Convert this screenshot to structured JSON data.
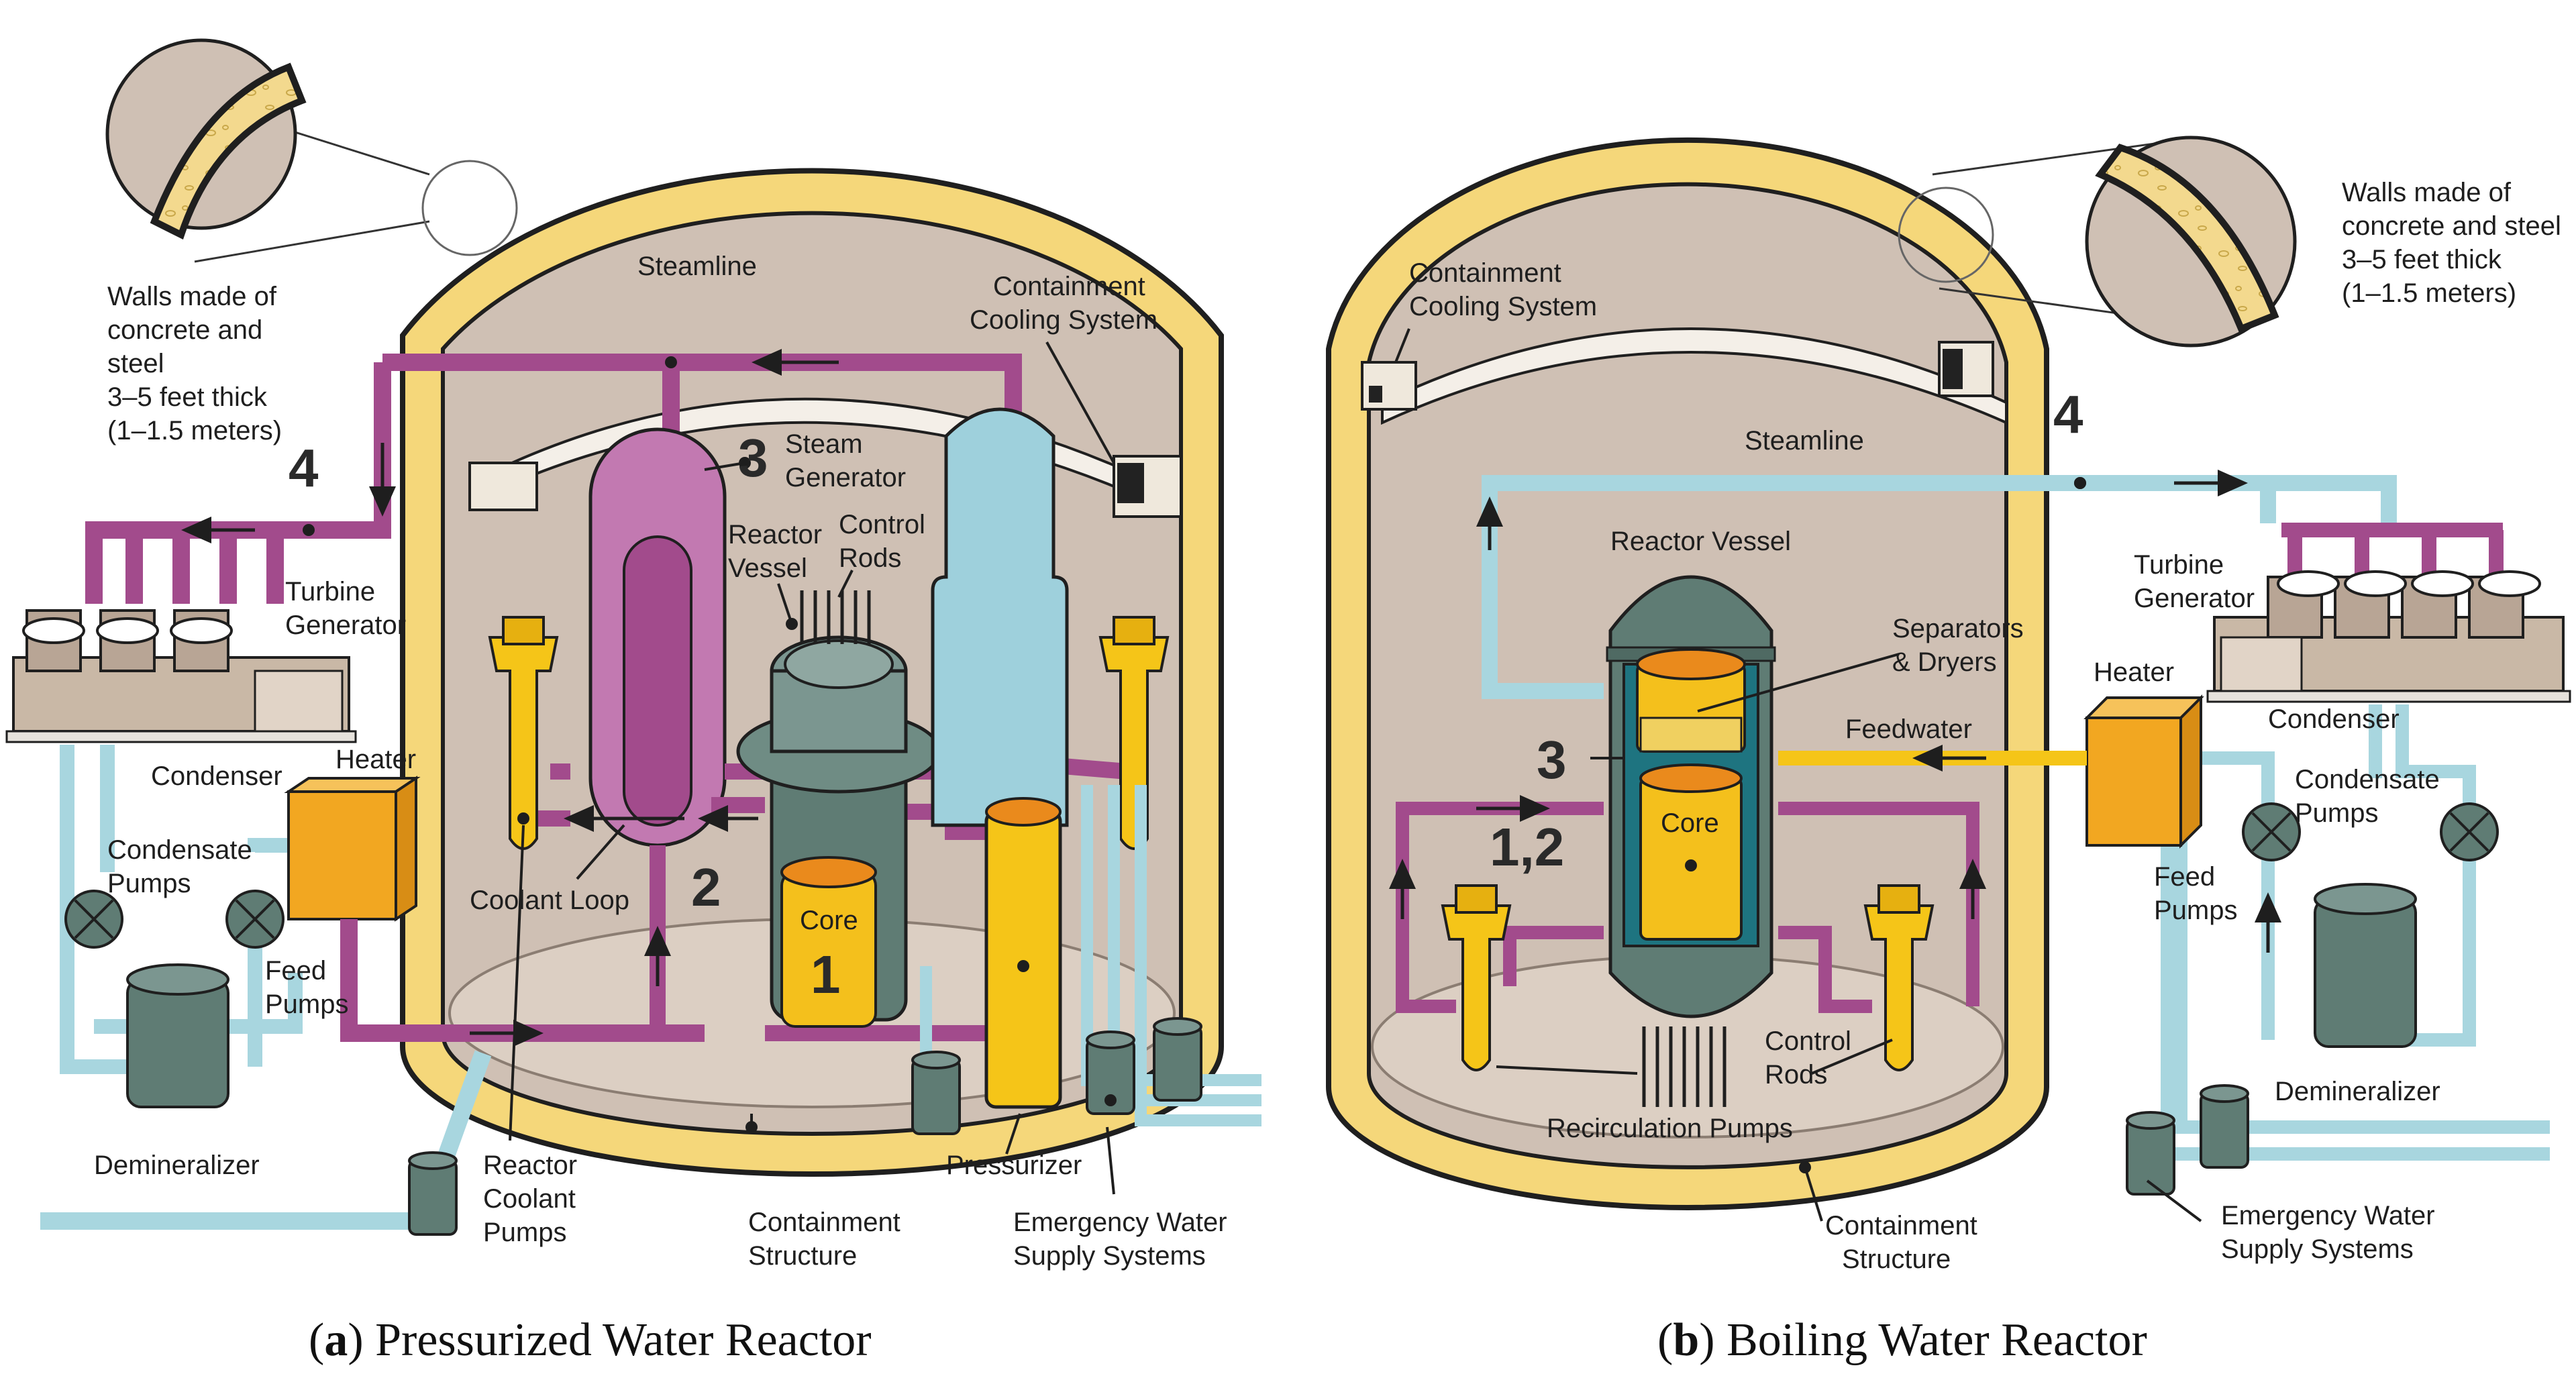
{
  "colors": {
    "containment_wall": "#f5d77a",
    "wall_outline": "#1f1f1f",
    "interior": "#cfc0b4",
    "steam_pipe": "#a24b8c",
    "water_pipe": "#a8d6df",
    "reactor_vessel": "#5f7c74",
    "core": "#f4c01c",
    "core_top": "#ea8a1c",
    "pump_yellow": "#f5c518",
    "steam_generator": "#c279b1",
    "cooling_tower": "#9ed0dc",
    "turbine": "#c9b8a6",
    "demineralizer": "#5f7c74",
    "heater": "#f2a721"
  },
  "panel_a": {
    "caption_letter": "a",
    "caption_text": "Pressurized Water Reactor",
    "walls_note": [
      "Walls made of",
      "concrete and",
      "steel",
      "3–5 feet thick",
      "(1–1.5 meters)"
    ],
    "steamline": "Steamline",
    "containment_cooling": [
      "Containment",
      "Cooling System"
    ],
    "steam_generator": [
      "Steam",
      "Generator"
    ],
    "reactor_vessel": [
      "Reactor",
      "Vessel"
    ],
    "control_rods": [
      "Control",
      "Rods"
    ],
    "turbine_generator": [
      "Turbine",
      "Generator"
    ],
    "condenser": "Condenser",
    "heater": "Heater",
    "condensate_pumps": [
      "Condensate",
      "Pumps"
    ],
    "feed_pumps": [
      "Feed",
      "Pumps"
    ],
    "coolant_loop": "Coolant Loop",
    "core": "Core",
    "demineralizer": "Demineralizer",
    "reactor_coolant_pumps": [
      "Reactor",
      "Coolant",
      "Pumps"
    ],
    "containment_structure": [
      "Containment",
      "Structure"
    ],
    "pressurizer": "Pressurizer",
    "emergency_water": [
      "Emergency Water",
      "Supply Systems"
    ],
    "step_1": "1",
    "step_2": "2",
    "step_3": "3",
    "step_4": "4"
  },
  "panel_b": {
    "caption_letter": "b",
    "caption_text": "Boiling Water Reactor",
    "walls_note": [
      "Walls made of",
      "concrete and steel",
      "3–5 feet thick",
      "(1–1.5 meters)"
    ],
    "containment_cooling": [
      "Containment",
      "Cooling System"
    ],
    "steamline": "Steamline",
    "reactor_vessel": "Reactor Vessel",
    "separators": [
      "Separators",
      "& Dryers"
    ],
    "feedwater": "Feedwater",
    "turbine_generator": [
      "Turbine",
      "Generator"
    ],
    "heater": "Heater",
    "condenser": "Condenser",
    "condensate_pumps": [
      "Condensate",
      "Pumps"
    ],
    "feed_pumps": [
      "Feed",
      "Pumps"
    ],
    "core": "Core",
    "control_rods": [
      "Control",
      "Rods"
    ],
    "demineralizer": "Demineralizer",
    "recirculation_pumps": "Recirculation Pumps",
    "containment_structure": [
      "Containment",
      "Structure"
    ],
    "emergency_water": [
      "Emergency Water",
      "Supply Systems"
    ],
    "step_12": "1,2",
    "step_3": "3",
    "step_4": "4"
  }
}
